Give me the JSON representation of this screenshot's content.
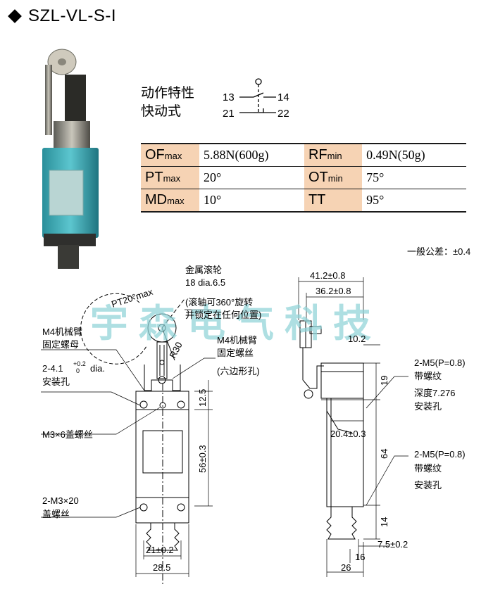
{
  "title": "SZL-VL-S-I",
  "action": {
    "line1": "动作特性",
    "line2": "快动式",
    "contacts": {
      "c13": "13",
      "c14": "14",
      "c21": "21",
      "c22": "22"
    }
  },
  "specs": [
    {
      "k1": "OF",
      "k1sub": "max",
      "v1": "5.88N(600g)",
      "k2": "RF",
      "k2sub": "min",
      "v2": "0.49N(50g)"
    },
    {
      "k1": "PT",
      "k1sub": "max",
      "v1": "20°",
      "k2": "OT",
      "k2sub": "min",
      "v2": "75°"
    },
    {
      "k1": "MD",
      "k1sub": "max",
      "v1": "10°",
      "k2": "TT",
      "k2sub": "",
      "v2": "95°"
    }
  ],
  "tolerance": "一般公差：±0.4",
  "watermark": "宇 森 电 气 科 技",
  "labels": {
    "roller1": "金属滚轮",
    "roller2": "18 dia.6.5",
    "roller3": "(滚轴可360°旋转",
    "roller4": "并锁定在任何位置)",
    "pt": "PT20°max",
    "r30": "R30",
    "m4nut1": "M4机械臂",
    "m4nut2": "固定螺母",
    "hole1": "2-4.1",
    "hole_tol_up": "+0.2",
    "hole_tol_dn": "0",
    "hole2": "dia.",
    "hole3": "安装孔",
    "m4screw1": "M4机械臂",
    "m4screw2": "固定螺丝",
    "m4screw3": "(六边形孔)",
    "m3x6": "M3×6盖螺丝",
    "m3x20_1": "2-M3×20",
    "m3x20_2": "盖螺丝",
    "d12_5": "12.5",
    "d56": "56±0.3",
    "d21": "21±0.2",
    "d28_5": "28.5",
    "d41_2": "41.2±0.8",
    "d36_2": "36.2±0.8",
    "d10_2": "10.2",
    "d19": "19",
    "d20_4": "20.4±0.3",
    "d64": "64",
    "d14": "14",
    "d7_5": "7.5±0.2",
    "d16": "16",
    "d26": "26",
    "m5a1": "2-M5(P=0.8)",
    "m5a2": "带螺纹",
    "m5a3": "深度7.276",
    "m5a4": "安装孔",
    "m5b1": "2-M5(P=0.8)",
    "m5b2": "带螺纹",
    "m5b3": "安装孔"
  }
}
